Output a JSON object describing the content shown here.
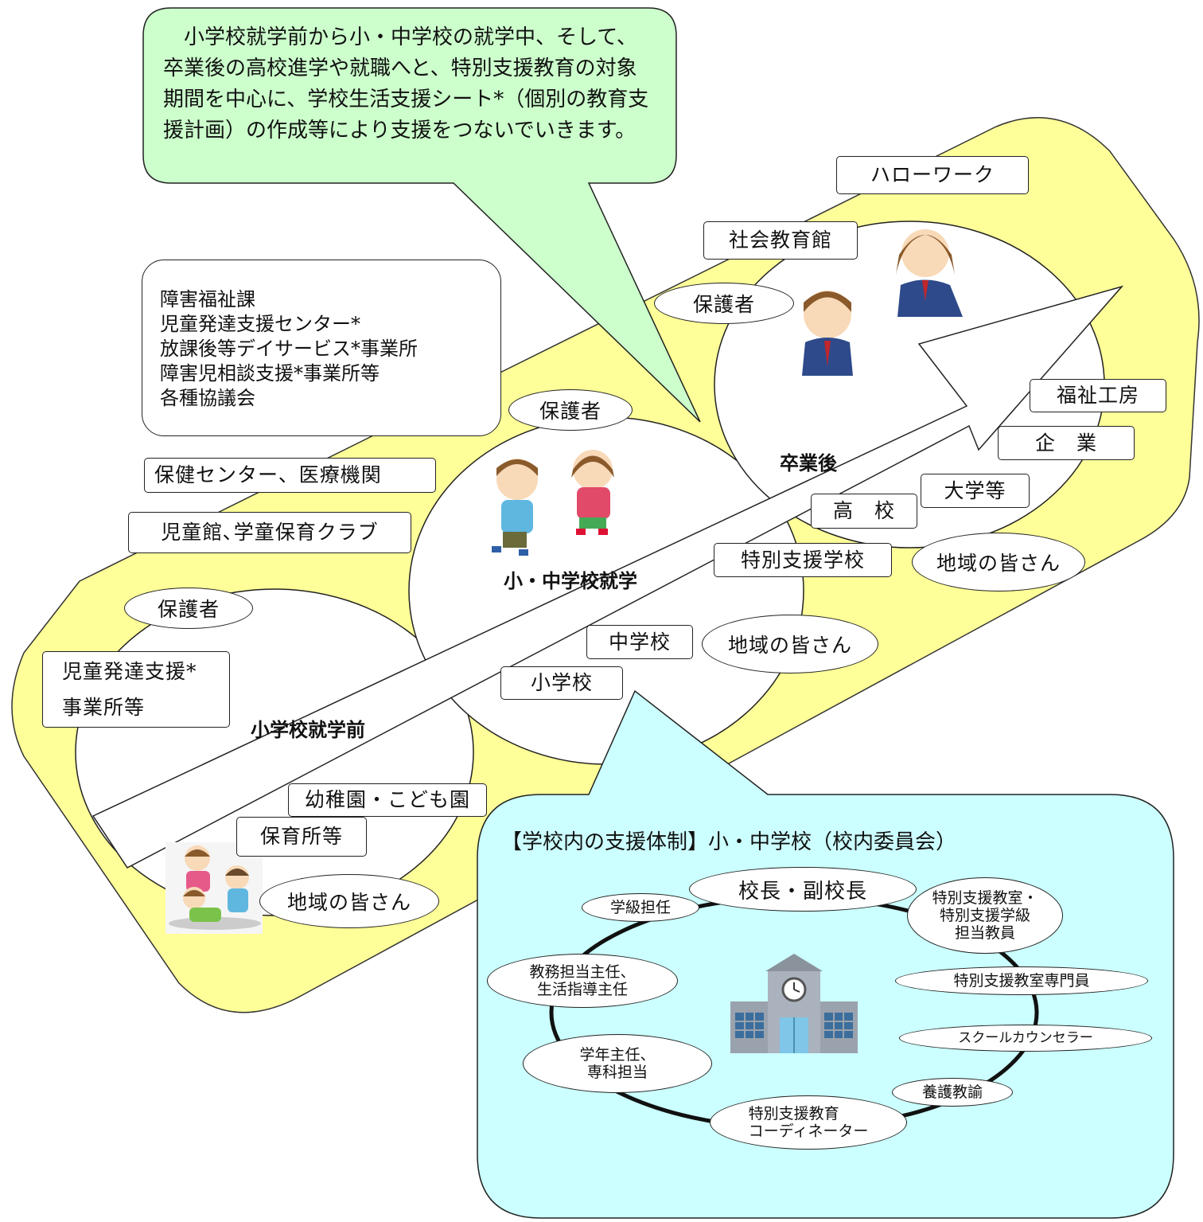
{
  "speech_top": "　小学校就学前から小・中学校の就学中、そして、卒業後の高校進学や就職へと、特別支援教育の対象期間を中心に、学校生活支援シート*（個別の教育支援計画）の作成等により支援をつないでいきます。",
  "welfare_box": "障害福祉課\n児童発達支援センター*\n放課後等デイサービス*事業所\n障害児相談支援*事業所等\n各種協議会",
  "labels": {
    "health_center": "保健センター、医療機関",
    "childrens_hall": "児童館､学童保育クラブ",
    "child_dev_support": "児童発達支援*\n事業所等",
    "kindergarten": "幼稚園・こども園",
    "nursery": "保育所等",
    "elementary": "小学校",
    "junior_high": "中学校",
    "special_school": "特別支援学校",
    "high_school": "高　校",
    "university": "大学等",
    "company": "企　業",
    "welfare_workshop": "福祉工房",
    "social_ed_hall": "社会教育館",
    "hello_work": "ハローワーク"
  },
  "ellipses": {
    "guardian_1": "保護者",
    "guardian_2": "保護者",
    "guardian_3": "保護者",
    "community_1": "地域の皆さん",
    "community_2": "地域の皆さん",
    "community_3": "地域の皆さん"
  },
  "stages": {
    "pre_school": "小学校就学前",
    "school": "小・中学校就学",
    "graduation": "卒業後"
  },
  "school_support": {
    "title": "【学校内の支援体制】小・中学校（校内委員会）",
    "principal": "校長・副校長",
    "homeroom": "学級担任",
    "special_room_teacher": "特別支援教室・\n特別支援学級\n担当教員",
    "academic_lead": "教務担当主任、\n生活指導主任",
    "special_room_staff": "特別支援教室専門員",
    "counselor": "スクールカウンセラー",
    "grade_lead": "学年主任、\n専科担当",
    "nurse_teacher": "養護教諭",
    "coordinator": "特別支援教育\nコーディネーター"
  },
  "colors": {
    "yellow_band": "#ffff99",
    "green_bubble": "#ccffcc",
    "cyan_bubble": "#ccffff"
  }
}
